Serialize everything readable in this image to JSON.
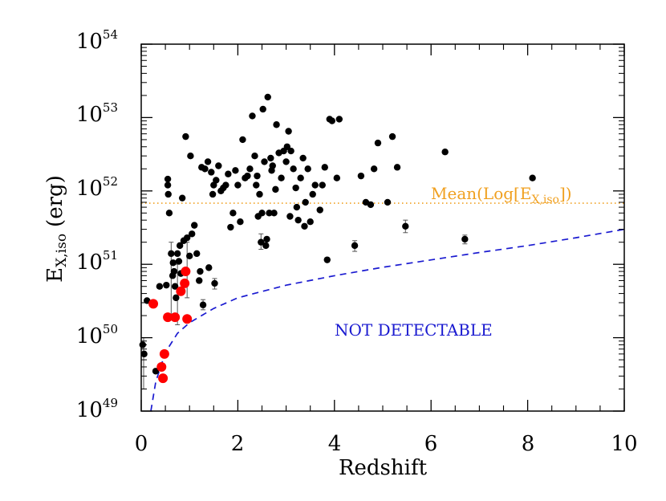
{
  "chart_data": {
    "type": "scatter",
    "xlabel": "Redshift",
    "ylabel": {
      "main": "E",
      "sub": "X,iso",
      "tail": "(erg)"
    },
    "xlim": [
      0,
      10
    ],
    "ylim": [
      1e+49,
      1e+54
    ],
    "yscale": "log",
    "x_ticks": [
      "0",
      "2",
      "4",
      "6",
      "8",
      "10"
    ],
    "y_ticks": [
      {
        "base": "10",
        "exp": "49"
      },
      {
        "base": "10",
        "exp": "50"
      },
      {
        "base": "10",
        "exp": "51"
      },
      {
        "base": "10",
        "exp": "52"
      },
      {
        "base": "10",
        "exp": "53"
      },
      {
        "base": "10",
        "exp": "54"
      }
    ],
    "mean_line": {
      "label_pre": "Mean(Log[E",
      "label_sub": "X,iso",
      "label_post": "])",
      "y": 6.8e+51,
      "color": "#f0a020"
    },
    "threshold_curve": {
      "label": "NOT DETECTABLE",
      "color": "#1a1ad0",
      "points": [
        [
          0.2,
          1e+49
        ],
        [
          0.3,
          2.5e+49
        ],
        [
          0.5,
          6.3e+49
        ],
        [
          0.75,
          1.15e+50
        ],
        [
          1,
          1.6e+50
        ],
        [
          1.5,
          2.5e+50
        ],
        [
          2,
          3.5e+50
        ],
        [
          3,
          5.2e+50
        ],
        [
          4,
          7e+50
        ],
        [
          5,
          9.1e+50
        ],
        [
          6,
          1.15e+51
        ],
        [
          7,
          1.45e+51
        ],
        [
          8,
          1.8e+51
        ],
        [
          9,
          2.3e+51
        ],
        [
          10,
          3e+51
        ]
      ]
    },
    "series": [
      {
        "color": "#000000",
        "points": [
          [
            0.03,
            8e+49
          ],
          [
            0.06,
            6e+49
          ],
          [
            0.12,
            3.2e+50
          ],
          [
            0.3,
            3.5e+49
          ],
          [
            0.38,
            5e+50
          ],
          [
            0.52,
            5.2e+50
          ],
          [
            0.55,
            1.2e+52
          ],
          [
            0.55,
            1.45e+52
          ],
          [
            0.56,
            9e+51
          ],
          [
            0.58,
            5e+51
          ],
          [
            0.62,
            1.4e+51
          ],
          [
            0.65,
            7e+50
          ],
          [
            0.66,
            1.05e+51
          ],
          [
            0.68,
            8e+50
          ],
          [
            0.7,
            5e+50
          ],
          [
            0.72,
            3.5e+50
          ],
          [
            0.75,
            1.4e+51
          ],
          [
            0.78,
            1.1e+51
          ],
          [
            0.8,
            1.8e+51
          ],
          [
            0.82,
            7.5e+50
          ],
          [
            0.85,
            8e+51
          ],
          [
            0.88,
            2.1e+51
          ],
          [
            0.92,
            5.5e+52
          ],
          [
            0.95,
            2.3e+51
          ],
          [
            1.0,
            1.3e+51
          ],
          [
            1.02,
            3e+52
          ],
          [
            1.05,
            2.6e+51
          ],
          [
            1.1,
            3.4e+51
          ],
          [
            1.15,
            1.4e+51
          ],
          [
            1.2,
            6e+50
          ],
          [
            1.22,
            8e+50
          ],
          [
            1.25,
            2.1e+52
          ],
          [
            1.28,
            2.8e+50
          ],
          [
            1.32,
            2e+52
          ],
          [
            1.38,
            2.5e+52
          ],
          [
            1.4,
            9e+50
          ],
          [
            1.45,
            1.8e+52
          ],
          [
            1.48,
            9e+51
          ],
          [
            1.5,
            1.2e+52
          ],
          [
            1.52,
            5.5e+50
          ],
          [
            1.55,
            1.4e+52
          ],
          [
            1.6,
            2.2e+52
          ],
          [
            1.65,
            1e+52
          ],
          [
            1.7,
            1.1e+52
          ],
          [
            1.75,
            1.2e+52
          ],
          [
            1.8,
            1.7e+52
          ],
          [
            1.85,
            3.2e+51
          ],
          [
            1.9,
            5e+51
          ],
          [
            1.95,
            1.9e+52
          ],
          [
            2.0,
            1.2e+52
          ],
          [
            2.05,
            3.8e+51
          ],
          [
            2.1,
            5e+52
          ],
          [
            2.15,
            1.5e+52
          ],
          [
            2.2,
            1.6e+52
          ],
          [
            2.25,
            2e+52
          ],
          [
            2.3,
            1.05e+53
          ],
          [
            2.35,
            3e+52
          ],
          [
            2.38,
            1.2e+52
          ],
          [
            2.4,
            1.6e+52
          ],
          [
            2.42,
            4.5e+51
          ],
          [
            2.45,
            9e+51
          ],
          [
            2.48,
            2e+51
          ],
          [
            2.5,
            5e+51
          ],
          [
            2.52,
            1.3e+53
          ],
          [
            2.55,
            2.5e+52
          ],
          [
            2.58,
            1.8e+51
          ],
          [
            2.6,
            2.2e+51
          ],
          [
            2.62,
            1.9e+53
          ],
          [
            2.65,
            5e+51
          ],
          [
            2.68,
            2.8e+52
          ],
          [
            2.7,
            1.9e+52
          ],
          [
            2.72,
            2.2e+52
          ],
          [
            2.75,
            5e+51
          ],
          [
            2.78,
            1.05e+52
          ],
          [
            2.8,
            8e+52
          ],
          [
            2.85,
            3.3e+52
          ],
          [
            2.9,
            1.5e+52
          ],
          [
            2.95,
            3.5e+52
          ],
          [
            3.0,
            2.5e+52
          ],
          [
            3.02,
            4e+52
          ],
          [
            3.05,
            6.5e+52
          ],
          [
            3.08,
            4.5e+51
          ],
          [
            3.1,
            3.5e+52
          ],
          [
            3.15,
            2e+52
          ],
          [
            3.2,
            1.1e+52
          ],
          [
            3.22,
            6e+51
          ],
          [
            3.25,
            4e+51
          ],
          [
            3.3,
            1.5e+52
          ],
          [
            3.35,
            2.8e+52
          ],
          [
            3.38,
            3.3e+51
          ],
          [
            3.4,
            7e+51
          ],
          [
            3.45,
            2e+52
          ],
          [
            3.5,
            3.8e+51
          ],
          [
            3.55,
            9e+51
          ],
          [
            3.6,
            1.2e+52
          ],
          [
            3.7,
            5.5e+51
          ],
          [
            3.75,
            1.2e+52
          ],
          [
            3.8,
            2.1e+52
          ],
          [
            3.85,
            1.15e+51
          ],
          [
            3.9,
            9.5e+52
          ],
          [
            3.95,
            9e+52
          ],
          [
            4.05,
            1.5e+52
          ],
          [
            4.1,
            9.5e+52
          ],
          [
            4.42,
            1.8e+51
          ],
          [
            4.55,
            1.6e+52
          ],
          [
            4.65,
            7e+51
          ],
          [
            4.75,
            6.5e+51
          ],
          [
            4.82,
            2e+52
          ],
          [
            4.9,
            4.5e+52
          ],
          [
            5.1,
            7e+51
          ],
          [
            5.2,
            5.5e+52
          ],
          [
            5.3,
            2.1e+52
          ],
          [
            5.47,
            3.3e+51
          ],
          [
            6.29,
            3.4e+52
          ],
          [
            6.7,
            2.2e+51
          ],
          [
            8.1,
            1.5e+52
          ]
        ]
      },
      {
        "color": "#ff0000",
        "points": [
          [
            0.25,
            2.9e+50
          ],
          [
            0.42,
            4e+49
          ],
          [
            0.45,
            2.8e+49
          ],
          [
            0.48,
            6e+49
          ],
          [
            0.55,
            1.9e+50
          ],
          [
            0.7,
            1.9e+50
          ],
          [
            0.82,
            4.3e+50
          ],
          [
            0.9,
            5.5e+50
          ],
          [
            0.92,
            8e+50
          ],
          [
            0.95,
            1.8e+50
          ]
        ]
      }
    ],
    "error_bars": [
      [
        0.05,
        2e+49,
        1e+50
      ],
      [
        0.62,
        2e+50,
        2e+51
      ],
      [
        0.75,
        1.5e+50,
        1e+51
      ],
      [
        0.95,
        3.5e+50,
        2e+51
      ],
      [
        1.28,
        2.4e+50,
        3.3e+50
      ],
      [
        1.52,
        4.6e+50,
        6.4e+50
      ],
      [
        2.48,
        1.6e+51,
        2.6e+51
      ],
      [
        4.42,
        1.5e+51,
        2.1e+51
      ],
      [
        5.47,
        2.7e+51,
        4e+51
      ],
      [
        6.7,
        1.9e+51,
        2.5e+51
      ]
    ]
  }
}
